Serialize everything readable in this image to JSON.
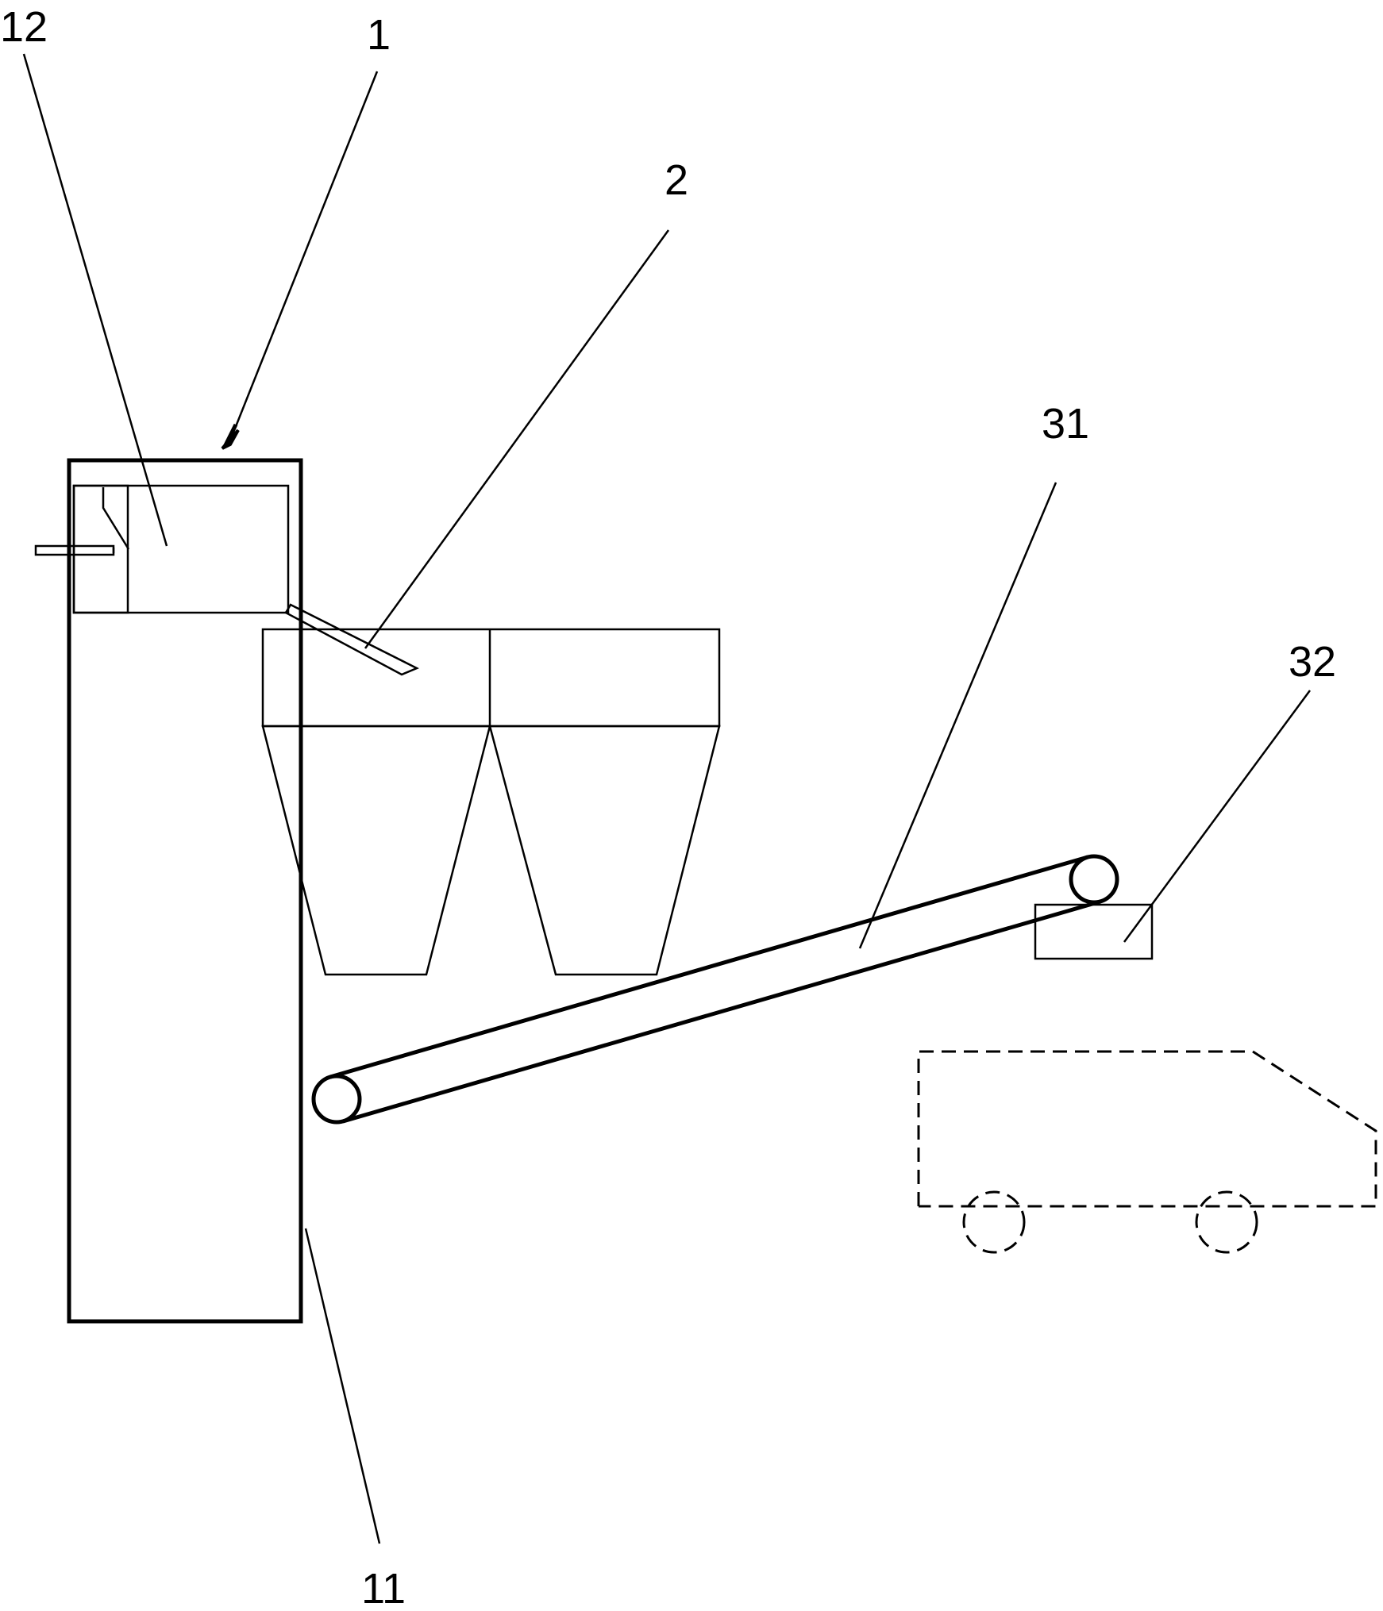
{
  "labels": {
    "l12": "12",
    "l1": "1",
    "l2": "2",
    "l31": "31",
    "l32": "32",
    "l11": "11"
  },
  "colors": {
    "line": "#000000",
    "background": "#ffffff"
  }
}
